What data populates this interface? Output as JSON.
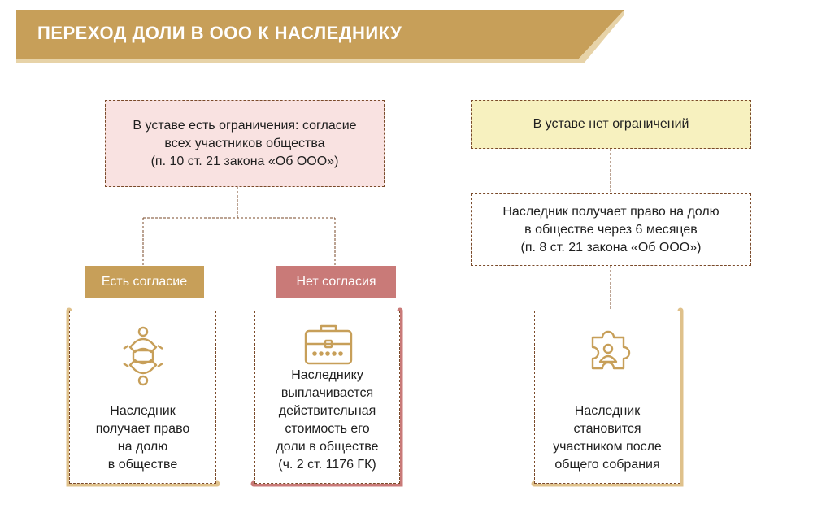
{
  "header": {
    "title": "ПЕРЕХОД ДОЛИ В ООО К НАСЛЕДНИКУ"
  },
  "left_branch": {
    "condition": [
      "В уставе есть ограничения: согласие",
      "всех участников общества",
      "(п. 10 ст. 21 закона «Об ООО»)"
    ],
    "consent_label": "Есть согласие",
    "no_consent_label": "Нет согласия",
    "consent_result": [
      "Наследник",
      "получает право",
      "на долю",
      "в обществе"
    ],
    "no_consent_result": [
      "Наследнику",
      "выплачивается",
      "действительная",
      "стоимость его",
      "доли в обществе",
      "(ч. 2 ст. 1176 ГК)"
    ]
  },
  "right_branch": {
    "condition": "В уставе нет ограничений",
    "right_info": [
      "Наследник получает право на долю",
      "в обществе через 6 месяцев",
      "(п. 8 ст. 21 закона «Об ООО»)"
    ],
    "result": [
      "Наследник",
      "становится",
      "участником после",
      "общего собрания"
    ]
  },
  "colors": {
    "banner": "#c79f59",
    "gold": "#c79f59",
    "rose": "#c97a78",
    "pink_bg": "#f9e2e1",
    "yellow_bg": "#f7f1bf",
    "bar": "#dfc18b",
    "dashed": "#7a4a2a"
  },
  "icons": [
    "people-chain-icon",
    "briefcase-icon",
    "puzzle-person-icon"
  ]
}
